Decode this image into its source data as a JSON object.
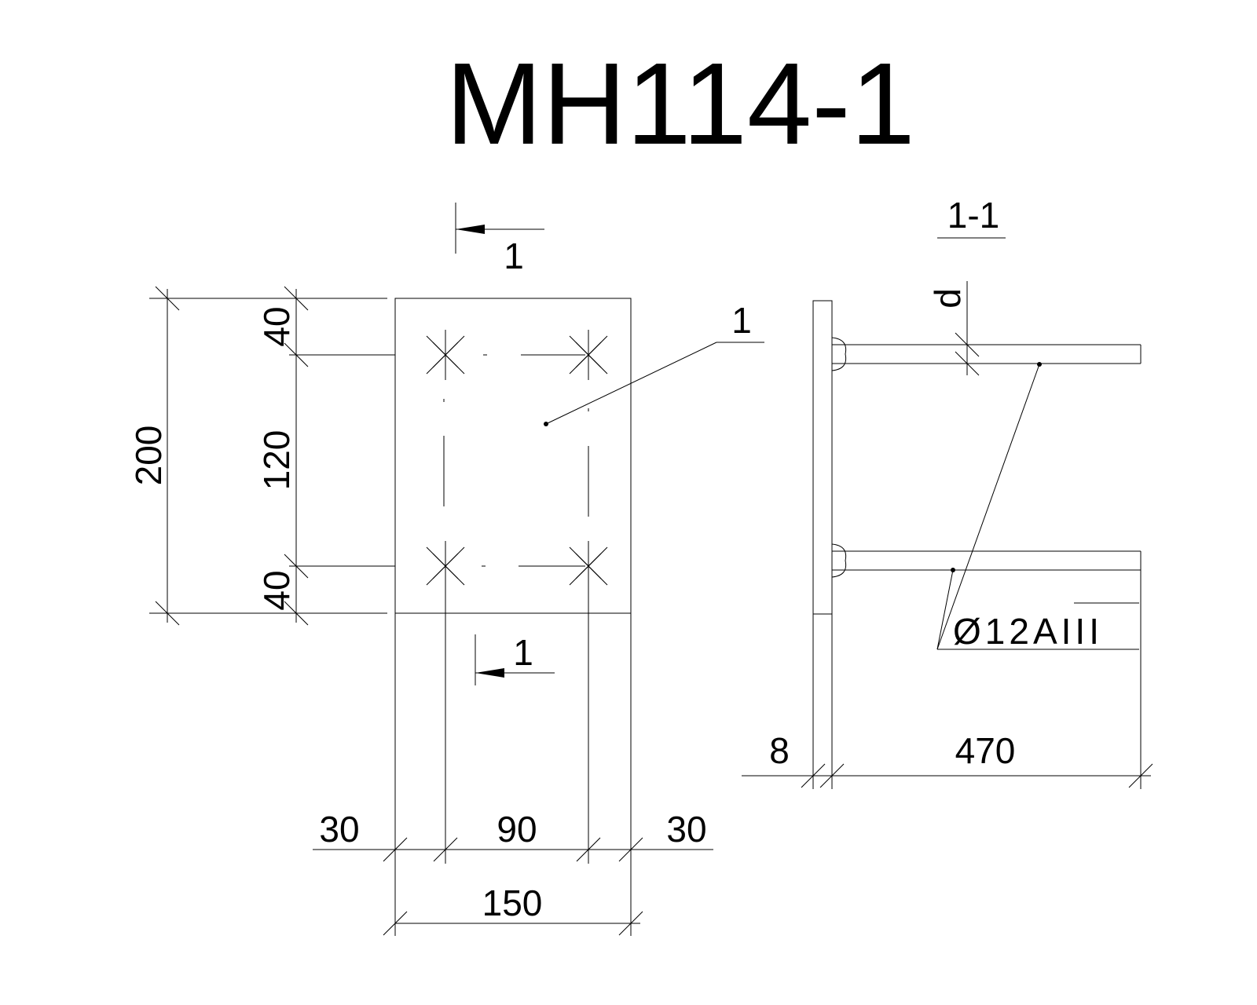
{
  "title": "MH114-1",
  "section_cut": {
    "top_label": "1",
    "bottom_label": "1",
    "section_title": "1-1"
  },
  "callouts": {
    "part_number": "1",
    "anchor_diameter_label": "d",
    "rebar_spec": "Ø12AIII"
  },
  "dimensions": {
    "plate_height": "200",
    "top_edge": "40",
    "bolt_spacing_vertical": "120",
    "bottom_edge": "40",
    "left_edge": "30",
    "bolt_spacing_horizontal": "90",
    "right_edge": "30",
    "plate_width": "150",
    "plate_thickness": "8",
    "anchor_length": "470"
  }
}
